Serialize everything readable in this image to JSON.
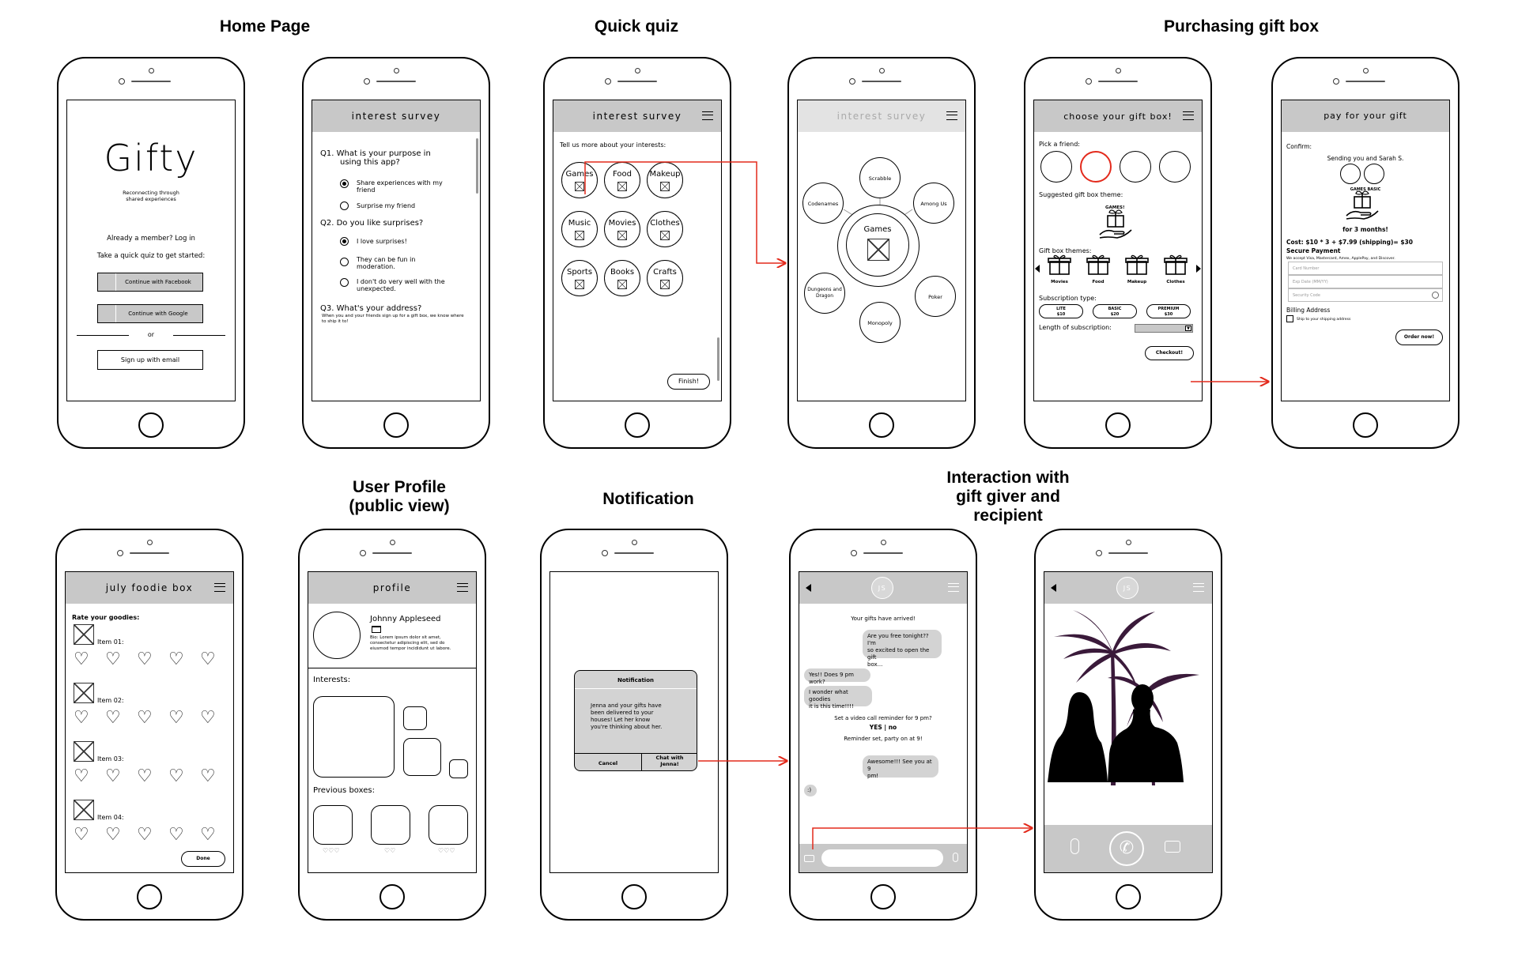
{
  "sections": {
    "home": "Home Page",
    "quiz": "Quick quiz",
    "purchase": "Purchasing gift box",
    "profile_l1": "User Profile",
    "profile_l2": "(public view)",
    "notification": "Notification",
    "interaction_l1": "Interaction with",
    "interaction_l2": "gift giver and",
    "interaction_l3": "recipient"
  },
  "home": {
    "logo": "Gifty",
    "tagline_l1": "Reconnecting through",
    "tagline_l2": "shared experiences",
    "member": "Already a member? Log in",
    "quiz": "Take a quick quiz to get started:",
    "facebook": "Continue with Facebook",
    "google": "Continue with Google",
    "or": "or",
    "email": "Sign up with email"
  },
  "survey": {
    "title": "interest survey",
    "q1": "Q1.  What is your purpose in",
    "q1b": "using this app?",
    "q1a1": "Share experiences with my",
    "q1a1b": "friend",
    "q1a2": "Surprise my friend",
    "q2": "Q2.  Do you like surprises?",
    "q2a1": "I love surprises!",
    "q2a2": "They can be fun in",
    "q2a2b": "moderation.",
    "q2a3": "I don't do very well with the",
    "q2a3b": "unexpected.",
    "q3": "Q3.  What's your address?",
    "q3d": "When you and your friends sign up for a gift box, we know where",
    "q3db": "to ship it to!"
  },
  "quiz": {
    "title": "interest survey",
    "prompt": "Tell us more about your interests:",
    "interests": [
      "Games",
      "Food",
      "Makeup",
      "Music",
      "Movies",
      "Clothes",
      "Sports",
      "Books",
      "Crafts"
    ],
    "finish": "Finish!"
  },
  "games": {
    "title": "interest survey",
    "center": "Games",
    "options": [
      "Scrabble",
      "Among Us",
      "Poker",
      "Monopoly",
      "Dungeons and",
      "Dragon",
      "Codenames"
    ]
  },
  "choose": {
    "title": "choose your gift box!",
    "pick": "Pick a friend:",
    "suggested": "Suggested gift box theme:",
    "games_label": "GAMES!",
    "themes_label": "Gift box themes:",
    "themes": [
      "Movies",
      "Food",
      "Makeup",
      "Clothes"
    ],
    "sub_label": "Subscription type:",
    "subs": [
      {
        "n": "LITE",
        "p": "$10"
      },
      {
        "n": "BASIC",
        "p": "$20"
      },
      {
        "n": "PREMIUM",
        "p": "$30"
      }
    ],
    "length": "Length of subscription:",
    "checkout": "Checkout!"
  },
  "pay": {
    "title": "pay for your gift",
    "confirm": "Confirm:",
    "sending": "Sending you and Sarah S.",
    "games_basic": "GAMES BASIC",
    "months": "for 3 months!",
    "cost": "Cost: $10 * 3 + $7.99 (shipping)= $30",
    "secure": "Secure Payment",
    "accept": "We accept Visa, Mastercard, Amex, ApplePay, and Discover.",
    "card": "Card Number",
    "exp": "Exp Date (MM/YY)",
    "code": "Security Code",
    "billing": "Billing Address",
    "ship": "Ship to your shipping address",
    "order": "Order now!"
  },
  "foodie": {
    "title": "july foodie box",
    "rate": "Rate your goodies:",
    "items": [
      "Item 01:",
      "Item 02:",
      "Item 03:",
      "Item 04:"
    ],
    "done": "Done"
  },
  "profile": {
    "title": "profile",
    "name": "Johnny Appleseed",
    "bio_l1": "Bio: Lorem ipsum dolor sit amet,",
    "bio_l2": "consectetur adipiscing elit, sed do",
    "bio_l3": "eiusmod tempor incididunt ut labore.",
    "interests": "Interests:",
    "previous": "Previous boxes:",
    "ratings": [
      "♡♡♡",
      "♡♡",
      "♡♡♡"
    ]
  },
  "notif": {
    "title": "Notification",
    "msg_l1": "Jenna and your gifts have",
    "msg_l2": "been delivered to your",
    "msg_l3": "houses! Let her know",
    "msg_l4": "you're thinking about her.",
    "cancel": "Cancel",
    "chat_l1": "Chat with",
    "chat_l2": "Jenna!"
  },
  "chat": {
    "avatar": "JS",
    "arrived": "Your gifts have arrived!",
    "m1_l1": "Are you free tonight?? I'm",
    "m1_l2": "so excited to open the gift",
    "m1_l3": "box...",
    "m2": "Yes!! Does 9 pm work?",
    "m3_l1": "I wonder what goodies",
    "m3_l2": "it is this time!!!!",
    "reminder": "Set a video call reminder for 9 pm?",
    "yesno": "YES | no",
    "set": "Reminder set, party on at 9!",
    "m4_l1": "Awesome!!! See you at 9",
    "m4_l2": "pm!",
    "smile": ":)"
  },
  "colors": {
    "bar": "#c8c8c8",
    "arrow": "#e32a1c"
  }
}
